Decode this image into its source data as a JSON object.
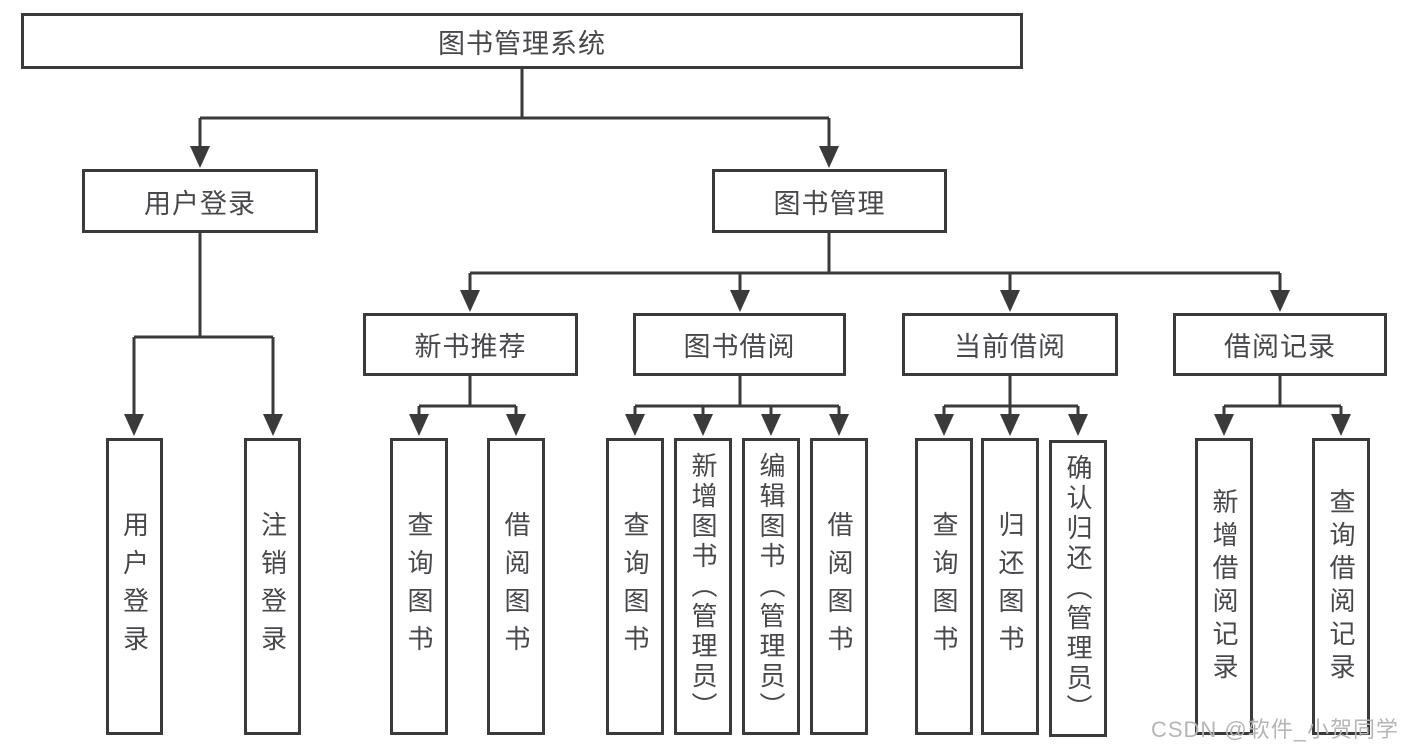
{
  "diagram": {
    "title": "图书管理系统",
    "level2": [
      "用户登录",
      "图书管理"
    ],
    "level3": [
      "新书推荐",
      "图书借阅",
      "当前借阅",
      "借阅记录"
    ],
    "leaves": [
      "用户登录",
      "注销登录",
      "查询图书",
      "借阅图书",
      "查询图书",
      "新增图书（管理员）",
      "编辑图书（管理员）",
      "借阅图书",
      "查询图书",
      "归还图书",
      "确认归还（管理员）",
      "新增借阅记录",
      "查询借阅记录"
    ]
  },
  "watermark": "CSDN @软件_小贺同学",
  "colors": {
    "line": "#3a3a3a",
    "text": "#48484c",
    "watermark": "#b5b5b5",
    "background": "#ffffff"
  }
}
